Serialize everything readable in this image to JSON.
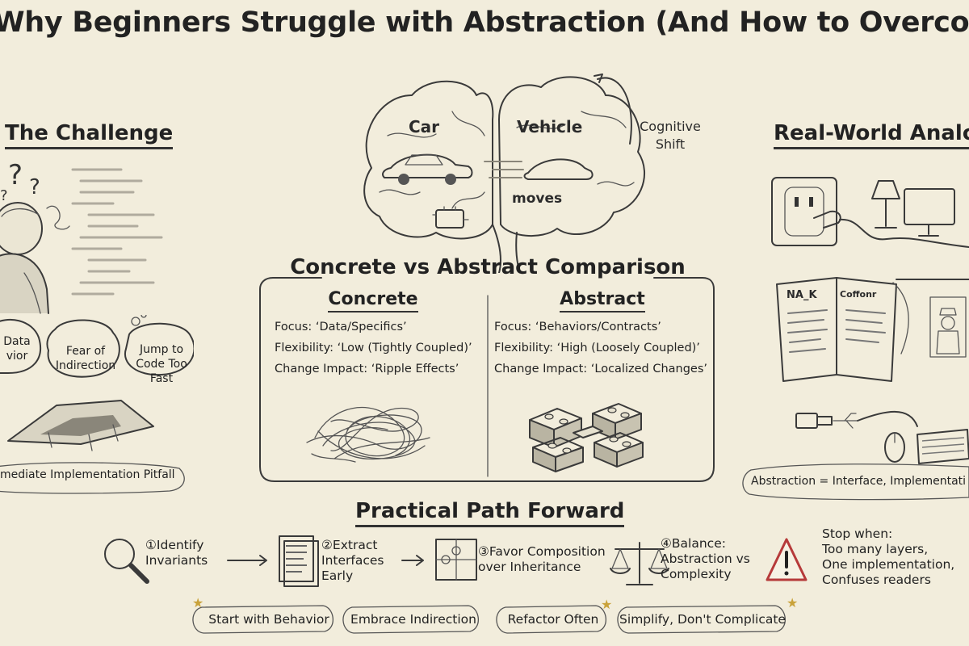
{
  "title": "Why Beginners Struggle with Abstraction (And How to Overcome It)",
  "challenge": {
    "heading": "The Challenge",
    "bubbles": [
      "Data vior",
      "Fear of Indirection",
      "Jump to Code Too Fast"
    ],
    "pitfall": "mediate Implementation Pitfall"
  },
  "brain": {
    "left_label": "Car",
    "right_label": "Vehicle",
    "right_sub": "moves",
    "shift_label": "Cognitive Shift"
  },
  "comparison": {
    "title": "Concrete vs Abstract Comparison",
    "concrete": {
      "heading": "Concrete",
      "rows": [
        "Focus: ‘Data/Specifics’",
        "Flexibility: ‘Low (Tightly Coupled)’",
        "Change Impact: ‘Ripple Effects’"
      ]
    },
    "abstract": {
      "heading": "Abstract",
      "rows": [
        "Focus: ‘Behaviors/Contracts’",
        "Flexibility: ‘High (Loosely Coupled)’",
        "Change Impact: ‘Localized Changes’"
      ]
    }
  },
  "analogies": {
    "heading": "Real-World Analogi",
    "menu_left": "NA_K",
    "menu_right": "Coffonr",
    "summary": "Abstraction = Interface, Implementati"
  },
  "path": {
    "heading": "Practical Path Forward",
    "steps": [
      {
        "num": "①",
        "text": "Identify Invariants",
        "icon": "magnifier-icon"
      },
      {
        "num": "②",
        "text": "Extract Interfaces Early",
        "icon": "document-icon"
      },
      {
        "num": "③",
        "text": "Favor Composition over Inheritance",
        "icon": "puzzle-icon"
      },
      {
        "num": "④",
        "text": "Balance: Abstraction vs Complexity",
        "icon": "scale-icon"
      }
    ],
    "warning": {
      "title": "Stop when:",
      "items": [
        "Too many layers,",
        "One implementation,",
        "Confuses readers"
      ]
    },
    "pills": [
      "Start with Behavior",
      "Embrace Indirection",
      "Refactor Often",
      "Simplify, Don't Complicate"
    ]
  }
}
